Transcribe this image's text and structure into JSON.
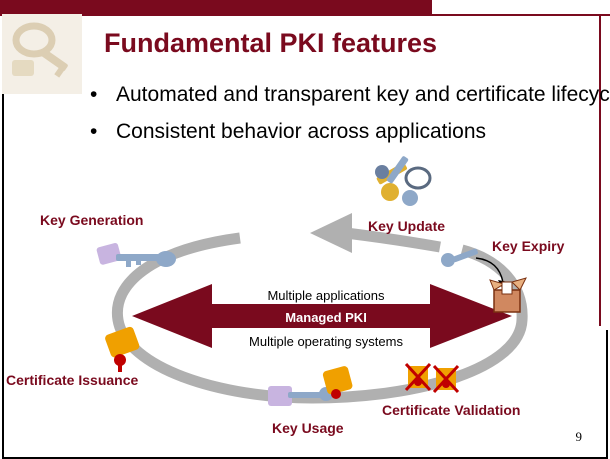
{
  "title": "Fundamental PKI features",
  "bullets": [
    "Automated and transparent\nkey and certificate lifecycle management",
    "Consistent behavior across applications"
  ],
  "diagram": {
    "labels": {
      "key_generation": "Key Generation",
      "key_update": "Key Update",
      "key_expiry": "Key Expiry",
      "certificate_issuance": "Certificate Issuance",
      "key_usage": "Key Usage",
      "certificate_validation": "Certificate Validation"
    },
    "center_arrow": {
      "top_text": "Multiple applications",
      "middle_text": "Managed PKI",
      "bottom_text": "Multiple operating systems"
    }
  },
  "page_number": "9",
  "colors": {
    "accent": "#7a0a1e",
    "cycle": "#b0b0b0",
    "key": "#8ea8c8",
    "cert": "#f0a000"
  },
  "icons": [
    "key-logo-icon",
    "key-ring-icon",
    "key-icon",
    "certificate-icon",
    "open-box-icon",
    "crossed-certificate-icon"
  ]
}
